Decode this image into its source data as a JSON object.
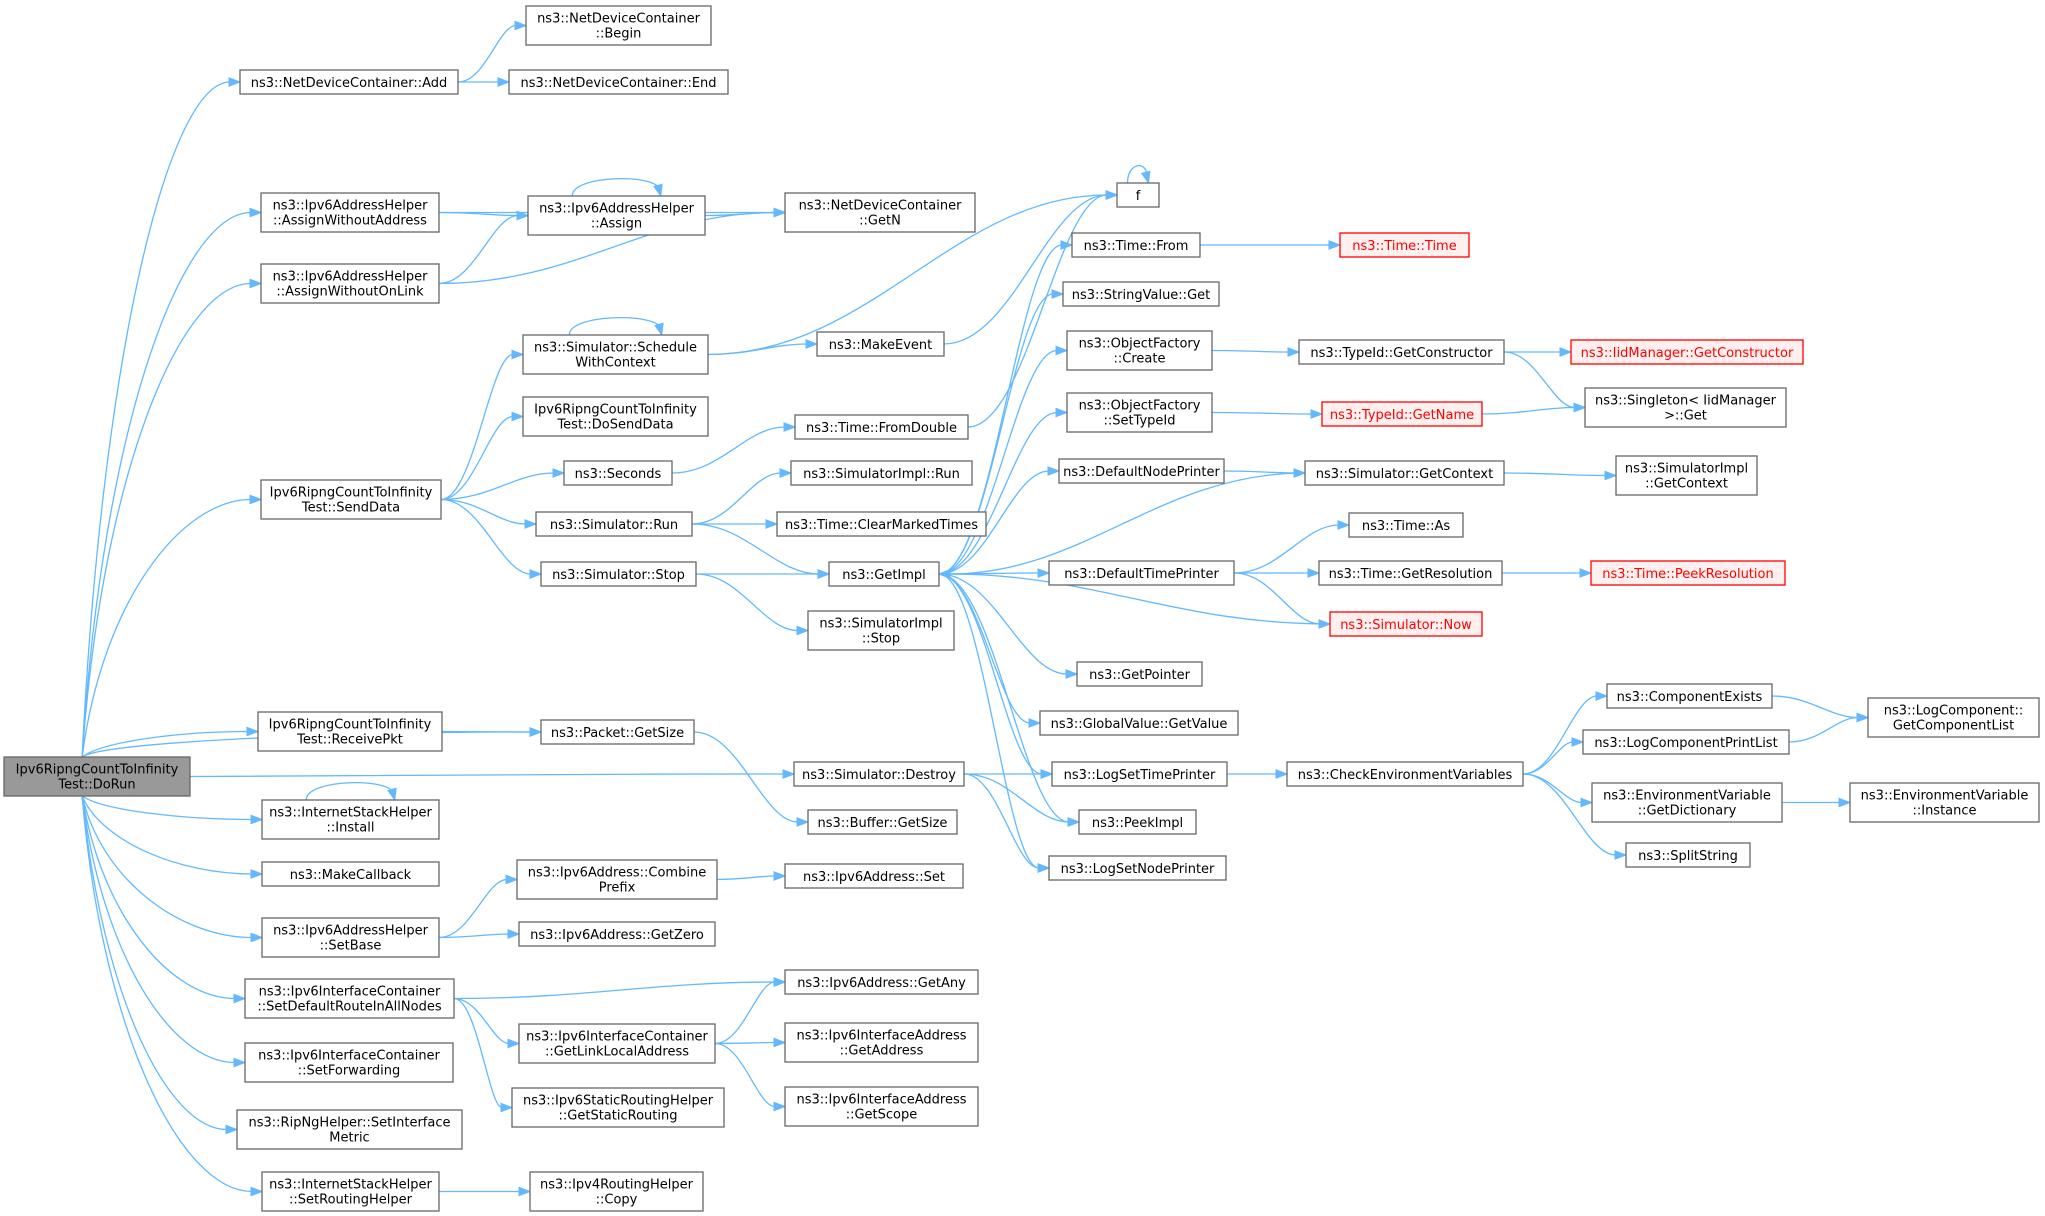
{
  "colors": {
    "edge": "#63b8ff",
    "node_border": "#666666",
    "root_fill": "#999999",
    "missing_border": "#ff0000",
    "missing_fill": "#fff0f0"
  },
  "nodes": [
    {
      "id": "root",
      "lines": [
        "Ipv6RipngCountToInfinity",
        "Test::DoRun"
      ],
      "style": "root"
    },
    {
      "id": "ndc_add",
      "lines": [
        "ns3::NetDeviceContainer::Add"
      ]
    },
    {
      "id": "ndc_begin",
      "lines": [
        "ns3::NetDeviceContainer",
        "::Begin"
      ]
    },
    {
      "id": "ndc_end",
      "lines": [
        "ns3::NetDeviceContainer::End"
      ]
    },
    {
      "id": "awa",
      "lines": [
        "ns3::Ipv6AddressHelper",
        "::AssignWithoutAddress"
      ]
    },
    {
      "id": "assign",
      "lines": [
        "ns3::Ipv6AddressHelper",
        "::Assign"
      ]
    },
    {
      "id": "getn",
      "lines": [
        "ns3::NetDeviceContainer",
        "::GetN"
      ]
    },
    {
      "id": "awol",
      "lines": [
        "ns3::Ipv6AddressHelper",
        "::AssignWithoutOnLink"
      ]
    },
    {
      "id": "f",
      "lines": [
        "f"
      ]
    },
    {
      "id": "from",
      "lines": [
        "ns3::Time::From"
      ]
    },
    {
      "id": "time",
      "lines": [
        "ns3::Time::Time"
      ],
      "style": "red"
    },
    {
      "id": "strget",
      "lines": [
        "ns3::StringValue::Get"
      ]
    },
    {
      "id": "swc",
      "lines": [
        "ns3::Simulator::Schedule",
        "WithContext"
      ]
    },
    {
      "id": "mkevent",
      "lines": [
        "ns3::MakeEvent"
      ]
    },
    {
      "id": "ofcreate",
      "lines": [
        "ns3::ObjectFactory",
        "::Create"
      ]
    },
    {
      "id": "getctor",
      "lines": [
        "ns3::TypeId::GetConstructor"
      ]
    },
    {
      "id": "iidctor",
      "lines": [
        "ns3::IidManager::GetConstructor"
      ],
      "style": "red"
    },
    {
      "id": "singleton",
      "lines": [
        "ns3::Singleton< IidManager",
        ">::Get"
      ]
    },
    {
      "id": "dosend",
      "lines": [
        "Ipv6RipngCountToInfinity",
        "Test::DoSendData"
      ]
    },
    {
      "id": "fromdouble",
      "lines": [
        "ns3::Time::FromDouble"
      ]
    },
    {
      "id": "ofsettype",
      "lines": [
        "ns3::ObjectFactory",
        "::SetTypeId"
      ]
    },
    {
      "id": "getname",
      "lines": [
        "ns3::TypeId::GetName"
      ],
      "style": "red"
    },
    {
      "id": "seconds",
      "lines": [
        "ns3::Seconds"
      ]
    },
    {
      "id": "simimplrun",
      "lines": [
        "ns3::SimulatorImpl::Run"
      ]
    },
    {
      "id": "dnp",
      "lines": [
        "ns3::DefaultNodePrinter"
      ]
    },
    {
      "id": "getctx",
      "lines": [
        "ns3::Simulator::GetContext"
      ]
    },
    {
      "id": "implgetctx",
      "lines": [
        "ns3::SimulatorImpl",
        "::GetContext"
      ]
    },
    {
      "id": "senddata",
      "lines": [
        "Ipv6RipngCountToInfinity",
        "Test::SendData"
      ]
    },
    {
      "id": "simrun",
      "lines": [
        "ns3::Simulator::Run"
      ]
    },
    {
      "id": "clearmarked",
      "lines": [
        "ns3::Time::ClearMarkedTimes"
      ]
    },
    {
      "id": "timeas",
      "lines": [
        "ns3::Time::As"
      ]
    },
    {
      "id": "simstop",
      "lines": [
        "ns3::Simulator::Stop"
      ]
    },
    {
      "id": "getimpl",
      "lines": [
        "ns3::GetImpl"
      ]
    },
    {
      "id": "dtp",
      "lines": [
        "ns3::DefaultTimePrinter"
      ]
    },
    {
      "id": "getres",
      "lines": [
        "ns3::Time::GetResolution"
      ]
    },
    {
      "id": "peekres",
      "lines": [
        "ns3::Time::PeekResolution"
      ],
      "style": "red"
    },
    {
      "id": "implstop",
      "lines": [
        "ns3::SimulatorImpl",
        "::Stop"
      ]
    },
    {
      "id": "simnow",
      "lines": [
        "ns3::Simulator::Now"
      ],
      "style": "red"
    },
    {
      "id": "getpointer",
      "lines": [
        "ns3::GetPointer"
      ]
    },
    {
      "id": "gvgetvalue",
      "lines": [
        "ns3::GlobalValue::GetValue"
      ]
    },
    {
      "id": "compexists",
      "lines": [
        "ns3::ComponentExists"
      ]
    },
    {
      "id": "lcgetlist",
      "lines": [
        "ns3::LogComponent::",
        "GetComponentList"
      ]
    },
    {
      "id": "recvpkt",
      "lines": [
        "Ipv6RipngCountToInfinity",
        "Test::ReceivePkt"
      ]
    },
    {
      "id": "pktsize",
      "lines": [
        "ns3::Packet::GetSize"
      ]
    },
    {
      "id": "logprint",
      "lines": [
        "ns3::LogComponentPrintList"
      ]
    },
    {
      "id": "simdestroy",
      "lines": [
        "ns3::Simulator::Destroy"
      ]
    },
    {
      "id": "lstp",
      "lines": [
        "ns3::LogSetTimePrinter"
      ]
    },
    {
      "id": "checkenv",
      "lines": [
        "ns3::CheckEnvironmentVariables"
      ]
    },
    {
      "id": "envdict",
      "lines": [
        "ns3::EnvironmentVariable",
        "::GetDictionary"
      ]
    },
    {
      "id": "envinst",
      "lines": [
        "ns3::EnvironmentVariable",
        "::Instance"
      ]
    },
    {
      "id": "install",
      "lines": [
        "ns3::InternetStackHelper",
        "::Install"
      ]
    },
    {
      "id": "peekimpl",
      "lines": [
        "ns3::PeekImpl"
      ]
    },
    {
      "id": "bufsize",
      "lines": [
        "ns3::Buffer::GetSize"
      ]
    },
    {
      "id": "splitstr",
      "lines": [
        "ns3::SplitString"
      ]
    },
    {
      "id": "mkcb",
      "lines": [
        "ns3::MakeCallback"
      ]
    },
    {
      "id": "lsnp",
      "lines": [
        "ns3::LogSetNodePrinter"
      ]
    },
    {
      "id": "combine",
      "lines": [
        "ns3::Ipv6Address::Combine",
        "Prefix"
      ]
    },
    {
      "id": "a6set",
      "lines": [
        "ns3::Ipv6Address::Set"
      ]
    },
    {
      "id": "setbase",
      "lines": [
        "ns3::Ipv6AddressHelper",
        "::SetBase"
      ]
    },
    {
      "id": "getzero",
      "lines": [
        "ns3::Ipv6Address::GetZero"
      ]
    },
    {
      "id": "getany",
      "lines": [
        "ns3::Ipv6Address::GetAny"
      ]
    },
    {
      "id": "setdefroute",
      "lines": [
        "ns3::Ipv6InterfaceContainer",
        "::SetDefaultRouteInAllNodes"
      ]
    },
    {
      "id": "getlla",
      "lines": [
        "ns3::Ipv6InterfaceContainer",
        "::GetLinkLocalAddress"
      ]
    },
    {
      "id": "iagetaddr",
      "lines": [
        "ns3::Ipv6InterfaceAddress",
        "::GetAddress"
      ]
    },
    {
      "id": "setfwd",
      "lines": [
        "ns3::Ipv6InterfaceContainer",
        "::SetForwarding"
      ]
    },
    {
      "id": "getstatic",
      "lines": [
        "ns3::Ipv6StaticRoutingHelper",
        "::GetStaticRouting"
      ]
    },
    {
      "id": "iagetscope",
      "lines": [
        "ns3::Ipv6InterfaceAddress",
        "::GetScope"
      ]
    },
    {
      "id": "ripng",
      "lines": [
        "ns3::RipNgHelper::SetInterface",
        "Metric"
      ]
    },
    {
      "id": "setrouting",
      "lines": [
        "ns3::InternetStackHelper",
        "::SetRoutingHelper"
      ]
    },
    {
      "id": "copy",
      "lines": [
        "ns3::Ipv4RoutingHelper",
        "::Copy"
      ]
    }
  ],
  "edges": [
    [
      "root",
      "ndc_add"
    ],
    [
      "ndc_add",
      "ndc_begin"
    ],
    [
      "ndc_add",
      "ndc_end"
    ],
    [
      "root",
      "awa"
    ],
    [
      "awa",
      "assign"
    ],
    [
      "awa",
      "getn"
    ],
    [
      "assign",
      "assign"
    ],
    [
      "assign",
      "getn"
    ],
    [
      "root",
      "awol"
    ],
    [
      "awol",
      "assign"
    ],
    [
      "awol",
      "getn"
    ],
    [
      "root",
      "senddata"
    ],
    [
      "senddata",
      "swc"
    ],
    [
      "swc",
      "swc"
    ],
    [
      "swc",
      "mkevent"
    ],
    [
      "swc",
      "f"
    ],
    [
      "mkevent",
      "f"
    ],
    [
      "f",
      "f"
    ],
    [
      "senddata",
      "dosend"
    ],
    [
      "senddata",
      "seconds"
    ],
    [
      "seconds",
      "fromdouble"
    ],
    [
      "fromdouble",
      "f"
    ],
    [
      "senddata",
      "simrun"
    ],
    [
      "simrun",
      "simimplrun"
    ],
    [
      "simrun",
      "clearmarked"
    ],
    [
      "simrun",
      "getimpl"
    ],
    [
      "senddata",
      "simstop"
    ],
    [
      "simstop",
      "getimpl"
    ],
    [
      "simstop",
      "implstop"
    ],
    [
      "getimpl",
      "from"
    ],
    [
      "from",
      "time"
    ],
    [
      "getimpl",
      "strget"
    ],
    [
      "getimpl",
      "ofcreate"
    ],
    [
      "ofcreate",
      "getctor"
    ],
    [
      "getctor",
      "iidctor"
    ],
    [
      "getctor",
      "singleton"
    ],
    [
      "getimpl",
      "ofsettype"
    ],
    [
      "ofsettype",
      "getname"
    ],
    [
      "getname",
      "singleton"
    ],
    [
      "getimpl",
      "dnp"
    ],
    [
      "dnp",
      "getctx"
    ],
    [
      "getctx",
      "implgetctx"
    ],
    [
      "getctx",
      "getimpl"
    ],
    [
      "getimpl",
      "dtp"
    ],
    [
      "dtp",
      "timeas"
    ],
    [
      "dtp",
      "getres"
    ],
    [
      "getres",
      "peekres"
    ],
    [
      "dtp",
      "simnow"
    ],
    [
      "simnow",
      "getimpl"
    ],
    [
      "getimpl",
      "getpointer"
    ],
    [
      "getimpl",
      "gvgetvalue"
    ],
    [
      "getimpl",
      "lstp"
    ],
    [
      "getimpl",
      "peekimpl"
    ],
    [
      "getimpl",
      "lsnp"
    ],
    [
      "lstp",
      "checkenv"
    ],
    [
      "checkenv",
      "compexists"
    ],
    [
      "compexists",
      "lcgetlist"
    ],
    [
      "checkenv",
      "logprint"
    ],
    [
      "logprint",
      "lcgetlist"
    ],
    [
      "checkenv",
      "envdict"
    ],
    [
      "envdict",
      "envinst"
    ],
    [
      "checkenv",
      "splitstr"
    ],
    [
      "root",
      "simdestroy"
    ],
    [
      "simdestroy",
      "lstp"
    ],
    [
      "simdestroy",
      "peekimpl"
    ],
    [
      "simdestroy",
      "lsnp"
    ],
    [
      "root",
      "pktsize"
    ],
    [
      "root",
      "recvpkt"
    ],
    [
      "recvpkt",
      "pktsize"
    ],
    [
      "pktsize",
      "bufsize"
    ],
    [
      "root",
      "install"
    ],
    [
      "install",
      "install"
    ],
    [
      "root",
      "mkcb"
    ],
    [
      "root",
      "setbase"
    ],
    [
      "setbase",
      "combine"
    ],
    [
      "combine",
      "a6set"
    ],
    [
      "setbase",
      "getzero"
    ],
    [
      "root",
      "setdefroute"
    ],
    [
      "setdefroute",
      "getany"
    ],
    [
      "setdefroute",
      "getlla"
    ],
    [
      "setdefroute",
      "getstatic"
    ],
    [
      "getlla",
      "getany"
    ],
    [
      "getlla",
      "iagetaddr"
    ],
    [
      "getlla",
      "iagetscope"
    ],
    [
      "root",
      "setfwd"
    ],
    [
      "root",
      "ripng"
    ],
    [
      "root",
      "setrouting"
    ],
    [
      "setrouting",
      "copy"
    ]
  ]
}
